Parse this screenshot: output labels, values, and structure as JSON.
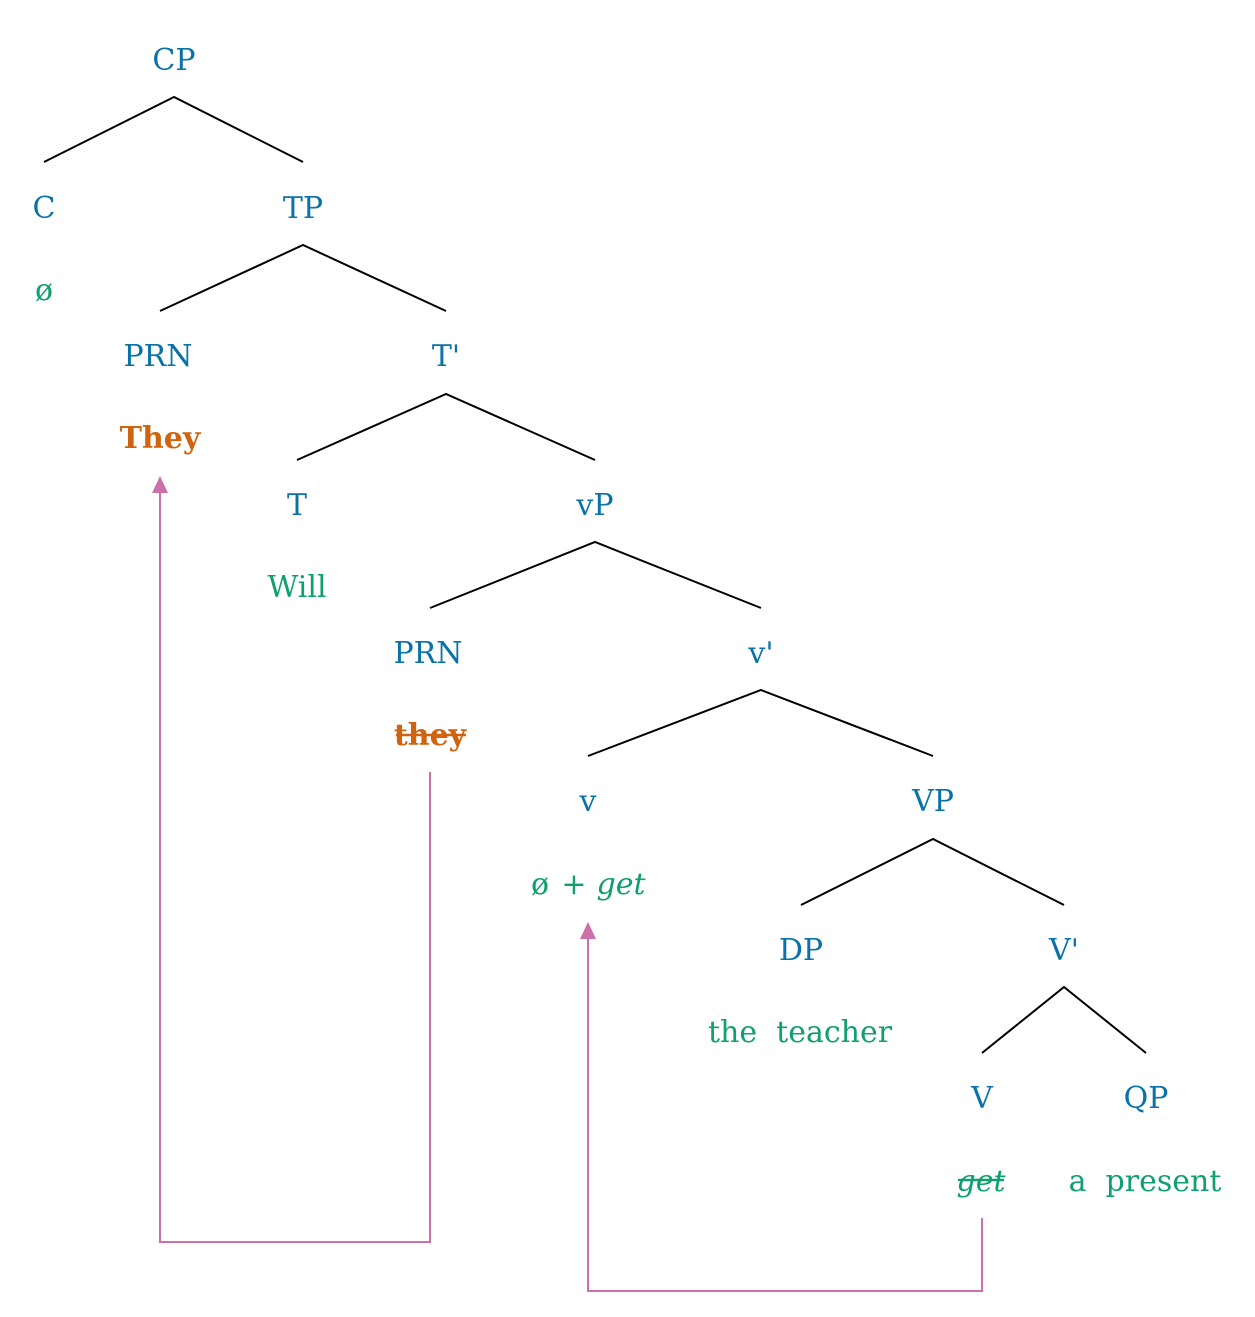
{
  "tree": {
    "cp": "CP",
    "c": "C",
    "c_word": "ø",
    "tp": "TP",
    "prn1": "PRN",
    "prn1_word": "They",
    "tbar": "T'",
    "t": "T",
    "t_word": "Will",
    "vp_small": "vP",
    "prn2": "PRN",
    "prn2_word": "they",
    "vbar_small": "v'",
    "v_small": "v",
    "v_small_word_null": "ø",
    "v_small_word_plus": "+",
    "v_small_word_get": "get",
    "vp_big": "VP",
    "dp": "DP",
    "dp_word": "the  teacher",
    "vbar_big": "V'",
    "v_big": "V",
    "v_big_word": "get",
    "qp": "QP",
    "qp_word": "a  present"
  },
  "colors": {
    "label": "#0a72a8",
    "word": "#10a070",
    "moved": "#d0630f",
    "arrow": "#cc70a8"
  }
}
